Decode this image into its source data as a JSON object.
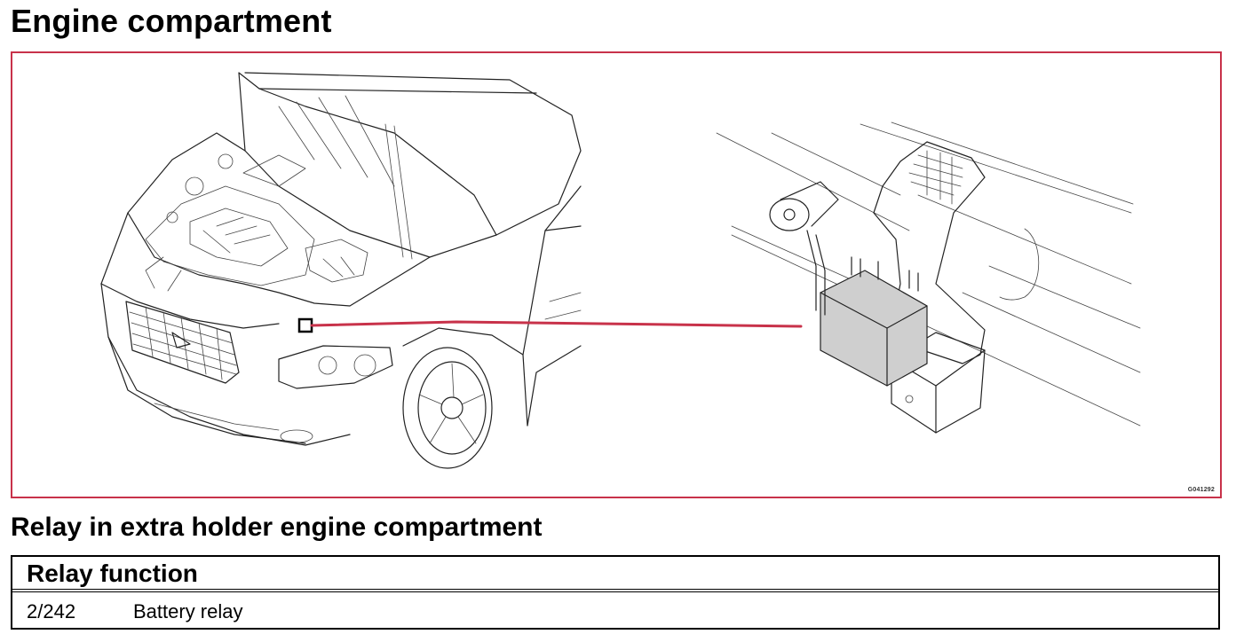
{
  "page": {
    "title": "Engine compartment"
  },
  "figure": {
    "code": "G041292",
    "accent_color": "#c8324a",
    "callout_color": "#c8324a"
  },
  "section": {
    "title": "Relay in extra holder engine compartment"
  },
  "relay_table": {
    "header": "Relay function",
    "rows": [
      {
        "number": "2/242",
        "function": "Battery relay"
      }
    ]
  }
}
